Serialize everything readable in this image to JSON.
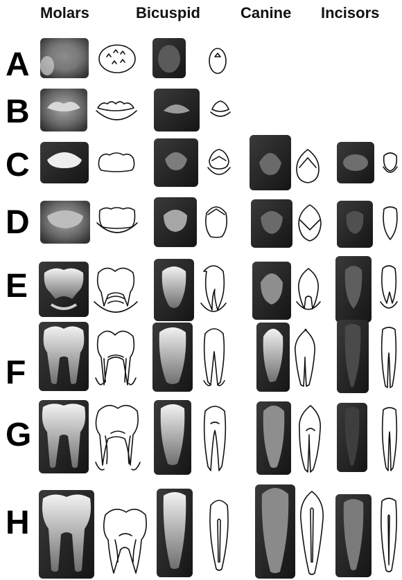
{
  "headers": {
    "molars": "Molars",
    "bicuspid": "Bicuspid",
    "canine": "Canine",
    "incisors": "Incisors"
  },
  "rows": [
    {
      "label": "A"
    },
    {
      "label": "B"
    },
    {
      "label": "C"
    },
    {
      "label": "D"
    },
    {
      "label": "E"
    },
    {
      "label": "F"
    },
    {
      "label": "G"
    },
    {
      "label": "H"
    }
  ]
}
